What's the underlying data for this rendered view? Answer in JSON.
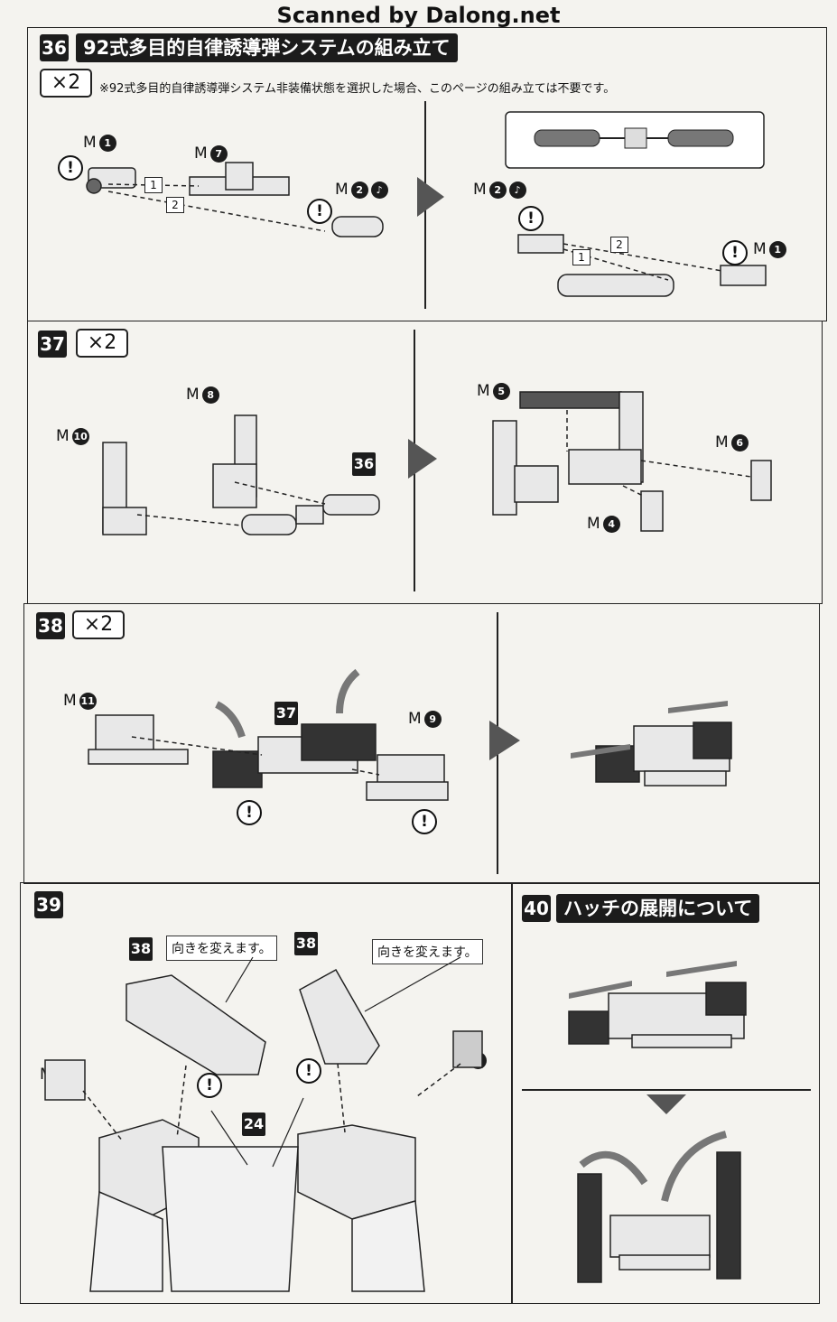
{
  "watermark": "Scanned by Dalong.net",
  "step36": {
    "number": "36",
    "title": "92式多目的自律誘導弾システムの組み立て",
    "multiplier": "×2",
    "note": "※92式多目的自律誘導弾システム非装備状態を選択した場合、このページの組み立ては不要です。",
    "labels": {
      "m1": "1",
      "m7": "7",
      "m2": "2",
      "seq1": "1",
      "seq2": "2"
    },
    "m_prefix": "M"
  },
  "step37": {
    "number": "37",
    "multiplier": "×2",
    "labels": {
      "m10": "10",
      "m8": "8",
      "m5": "5",
      "m6": "6",
      "m4": "4"
    },
    "ref": "36"
  },
  "step38": {
    "number": "38",
    "multiplier": "×2",
    "labels": {
      "m11": "11",
      "m9": "9"
    },
    "ref": "37"
  },
  "step39": {
    "number": "39",
    "ref_left": "38",
    "ref_right": "38",
    "ref_body": "24",
    "callout_left": "向きを変えます。",
    "callout_right": "向きを変えます。",
    "labels": {
      "m3a": "3",
      "m3b": "3"
    }
  },
  "step40": {
    "number": "40",
    "title": "ハッチの展開について"
  },
  "icons": {
    "warning": "!",
    "cement": "♪"
  }
}
